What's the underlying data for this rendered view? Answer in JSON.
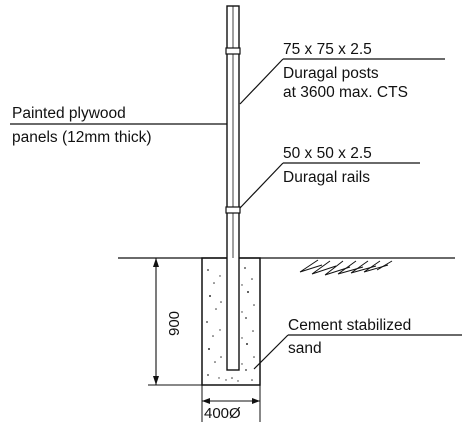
{
  "labels": {
    "panels_line1": "Painted plywood",
    "panels_line2": "panels (12mm thick)",
    "posts_line1": "75 x 75 x 2.5",
    "posts_line2": "Duragal posts",
    "posts_line3": "at 3600 max. CTS",
    "rails_line1": "50 x 50 x 2.5",
    "rails_line2": "Duragal rails",
    "sand_line1": "Cement stabilized",
    "sand_line2": "sand"
  },
  "dimensions": {
    "depth": "900",
    "diameter": "400Ø"
  },
  "colors": {
    "ink": "#111111",
    "background": "#ffffff"
  }
}
